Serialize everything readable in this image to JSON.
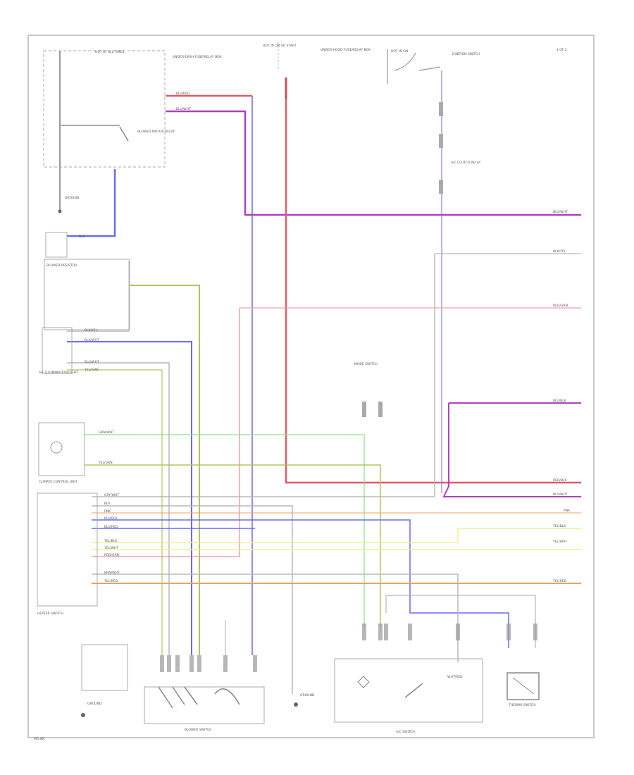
{
  "page_label": "1 OF 2",
  "footer_code": "W1-WC",
  "components": {
    "fuse_box_top": "HOT AT ALL TIMES",
    "fuse_box_left": "UNDER-DASH FUSE/RELAY BOX",
    "hot_in_on": "HOT IN ON OR START",
    "ignition_top": "HOT IN ON",
    "ignition_switch_top": "IGNITION SWITCH",
    "under_hood": "UNDER-HOOD FUSE/RELAY BOX",
    "blower_relay": "BLOWER MOTOR RELAY",
    "ground_1": "GROUND",
    "blower_resistor": "BLOWER RESISTOR",
    "ac_clutch_relay": "A/C CLUTCH RELAY",
    "ac_indicator": "A/C ILLUMINATION LIGHT",
    "ac_control_unit": "CLIMATE CONTROL UNIT",
    "thermo_switch": "THERMO SWITCH",
    "ground_2": "GROUND",
    "blower_switch": "BLOWER SWITCH",
    "ground_3": "GROUND",
    "a_c_switch": "A/C SWITCH",
    "heater_switch": "HEATER SWITCH",
    "mode_switch": "MODE SWITCH"
  },
  "wires": {
    "blu_red": "BLU/RED",
    "blu_wht": "BLU/WHT",
    "blk": "BLK",
    "blk_yel": "BLK/YEL",
    "yel_grn": "YEL/GRN",
    "wht_red": "WHT/RED",
    "red_grn": "RED/GRN",
    "pnk": "PNK",
    "blu_blk": "BLU/BLK",
    "yel_blk": "YEL/BLK",
    "yel_wht": "YEL/WHT",
    "red_blk": "RED/BLK",
    "gry_wht": "GRY/WHT",
    "yel_red": "YEL/RED",
    "brn_wht": "BRN/WHT",
    "grn_wht": "GRN/WHT",
    "blk_wht": "BLK/WHT"
  },
  "colors": {
    "red": "#e05a6a",
    "purple": "#b040c0",
    "blue": "#6a6af0",
    "green": "#90e090",
    "yellow": "#f0f090",
    "olive": "#b8c060",
    "orange": "#f0a060",
    "gray": "#b8b8b8",
    "pink": "#f4a0a0"
  }
}
